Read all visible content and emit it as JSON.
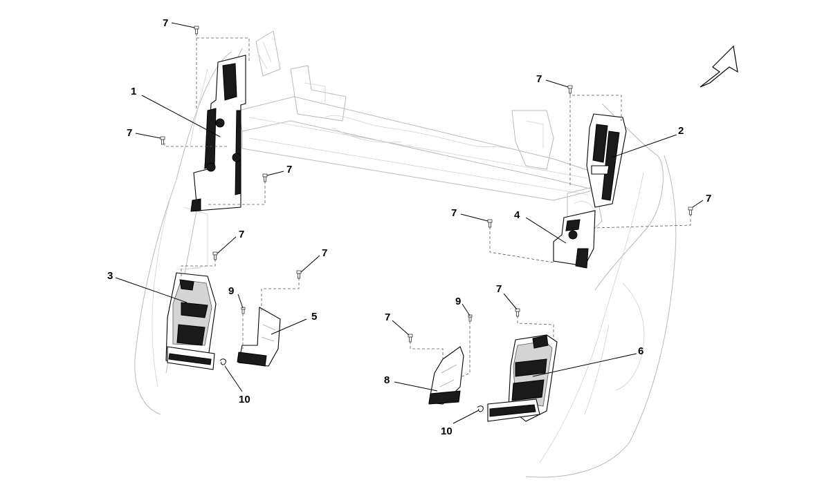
{
  "diagram": {
    "labels": {
      "p1": "1",
      "p2": "2",
      "p3": "3",
      "p4": "4",
      "p5": "5",
      "p6": "6",
      "p7": "7",
      "p8": "8",
      "p9": "9",
      "p10": "10"
    },
    "icons": {
      "direction": "arrow-icon"
    }
  }
}
